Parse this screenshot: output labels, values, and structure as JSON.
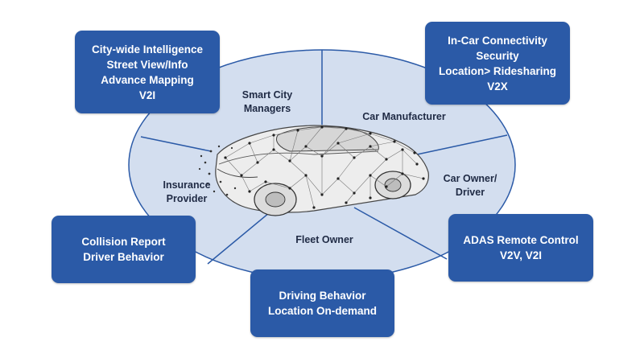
{
  "colors": {
    "box_fill": "#2b5aa7",
    "box_text": "#ffffff",
    "ellipse_fill": "#d3deef",
    "ellipse_stroke": "#2b5aa7",
    "segment_text": "#1f2a44"
  },
  "illustration": "wireframe-car-icon",
  "segments": {
    "smart_city": [
      "Smart City",
      "Managers"
    ],
    "car_manufacturer": [
      "Car Manufacturer"
    ],
    "car_owner": [
      "Car Owner/",
      "Driver"
    ],
    "fleet_owner": [
      "Fleet Owner"
    ],
    "insurance": [
      "Insurance",
      "Provider"
    ]
  },
  "boxes": {
    "city": [
      "City-wide Intelligence",
      "Street View/Info",
      "Advance Mapping",
      "V2I"
    ],
    "incar": [
      "In-Car Connectivity",
      "Security",
      "Location> Ridesharing",
      "V2X"
    ],
    "adas": [
      "ADAS Remote Control",
      "V2V, V2I"
    ],
    "driving": [
      "Driving Behavior",
      "Location On-demand"
    ],
    "collision": [
      "Collision Report",
      "Driver Behavior"
    ]
  }
}
